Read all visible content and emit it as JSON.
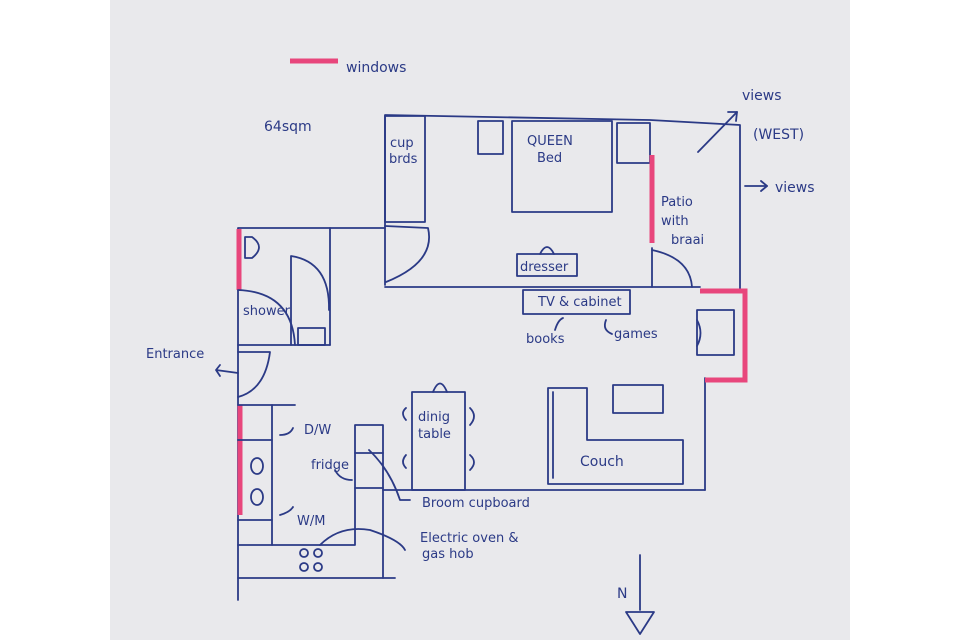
{
  "legend": {
    "label": "windows",
    "color": "#e8467c"
  },
  "area": "64sqm",
  "ink_color": "#2b3a86",
  "labels": {
    "cupboards_1": "cup",
    "cupboards_2": "brds",
    "bed_1": "QUEEN",
    "bed_2": "Bed",
    "views_top": "views",
    "west": "(WEST)",
    "views_right": "views",
    "patio_1": "Patio",
    "patio_2": "with",
    "patio_3": "braai",
    "dresser": "dresser",
    "tv": "TV & cabinet",
    "books": "books",
    "games": "games",
    "shower": "shower",
    "entrance": "Entrance",
    "dw": "D/W",
    "fridge": "fridge",
    "wm": "W/M",
    "dining_1": "dinig",
    "dining_2": "table",
    "couch": "Couch",
    "broom": "Broom cupboard",
    "oven_1": "Electric oven &",
    "oven_2": "gas hob",
    "north": "N"
  }
}
